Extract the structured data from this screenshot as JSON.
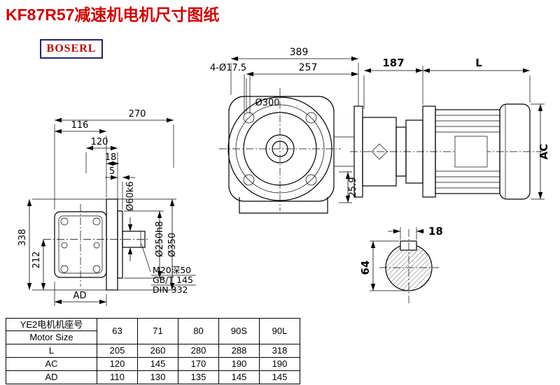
{
  "title": "KF87R57减速机电机尺寸图纸",
  "brand": "BOSERL",
  "colors": {
    "title_red": "#d40000",
    "brand_red": "#c00000",
    "brand_border_navy": "#22227a"
  },
  "drawing": {
    "front": {
      "dim_width": "389",
      "dim_inner": "257",
      "holes": "4-Ø17.5",
      "bolt_circle": "Ø300",
      "dim_step": "25.9"
    },
    "motor": {
      "dim_flange_to_motor": "187",
      "dim_length": "L",
      "dim_diameter": "AC"
    },
    "side": {
      "dim_116": "116",
      "dim_270": "270",
      "dim_120": "120",
      "dim_18": "18",
      "dim_5": "5",
      "dim_338": "338",
      "dim_212": "212",
      "dim_AD": "AD",
      "shaft_dia": "Ø60k6",
      "spigot_dia": "Ø250h8",
      "flange_dia": "Ø350",
      "note1": "M20深50",
      "note2": "GB/T 145",
      "note3": "DIN 332"
    },
    "section": {
      "key_width": "18",
      "height_over_key": "64"
    }
  },
  "table": {
    "corner_line1": "YE2电机机座号",
    "corner_line2": "Motor Size",
    "header": [
      "63",
      "71",
      "80",
      "90S",
      "90L"
    ],
    "rows": [
      {
        "label": "L",
        "values": [
          "205",
          "260",
          "280",
          "288",
          "318"
        ]
      },
      {
        "label": "AC",
        "values": [
          "120",
          "145",
          "170",
          "190",
          "190"
        ]
      },
      {
        "label": "AD",
        "values": [
          "110",
          "130",
          "135",
          "145",
          "145"
        ]
      }
    ]
  }
}
